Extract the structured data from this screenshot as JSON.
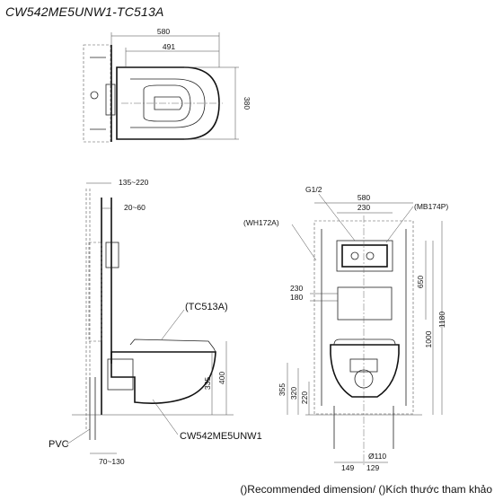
{
  "title": "CW542ME5UNW1-TC513A",
  "footnote": "()Recommended dimension/ ()Kích thước tham khảo",
  "top_view": {
    "width_total": "580",
    "width_seat": "491",
    "depth": "380"
  },
  "side_view": {
    "dim_range_1": "135~220",
    "dim_range_2": "20~60",
    "dim_bottom": "70~130",
    "dim_335": "335",
    "dim_400": "400",
    "seat_model": "(TC513A)",
    "bowl_model": "CW542ME5UNW1",
    "pvc": "PVC"
  },
  "front_view": {
    "g12": "G1/2",
    "width_580": "580",
    "width_230": "230",
    "wh_model": "(WH172A)",
    "mb_model": "(MB174P)",
    "d230": "230",
    "d180": "180",
    "d650": "650",
    "d1180": "1180",
    "d1000": "1000",
    "d355": "355",
    "d320": "320",
    "d220": "220",
    "d149": "149",
    "d129": "129",
    "d110": "Ø110"
  }
}
